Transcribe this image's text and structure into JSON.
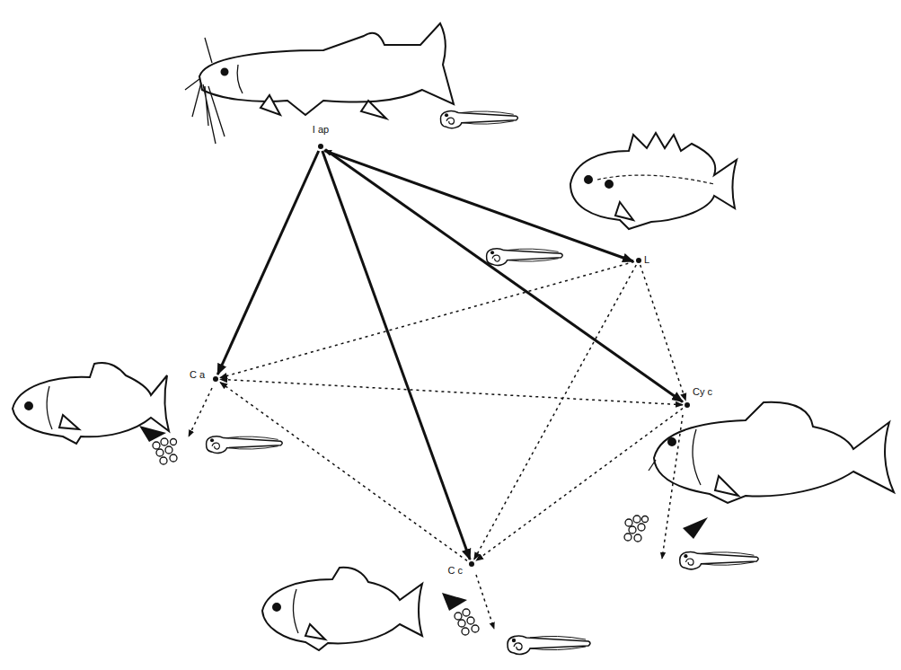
{
  "diagram": {
    "nodes": [
      {
        "text": [
          "I ap"
        ]
      },
      {
        "text": [
          "L"
        ]
      },
      {
        "text": [
          "C a"
        ]
      },
      {
        "text": [
          "Cy c"
        ]
      },
      {
        "text": [
          "C c"
        ]
      }
    ],
    "edges": [
      {
        "from": 0,
        "to": 2,
        "arrow": "to"
      },
      {
        "from": 0,
        "to": 4,
        "arrow": "to"
      },
      {
        "from": 0,
        "to": 3,
        "arrow": "to"
      },
      {
        "from": 0,
        "to": 1,
        "arrow": "to"
      },
      {
        "from": 1,
        "to": 0,
        "arrow": "to"
      },
      {
        "from": 1,
        "to": 2,
        "arrow": "to"
      },
      {
        "from": 1,
        "to": 3,
        "arrow": "to"
      },
      {
        "from": 1,
        "to": 4,
        "arrow": "to"
      },
      {
        "from": 3,
        "to": 2,
        "arrow": "both"
      },
      {
        "from": 4,
        "to": 2,
        "arrow": "to"
      },
      {
        "from": 3,
        "to": 4,
        "arrow": "to"
      }
    ]
  }
}
